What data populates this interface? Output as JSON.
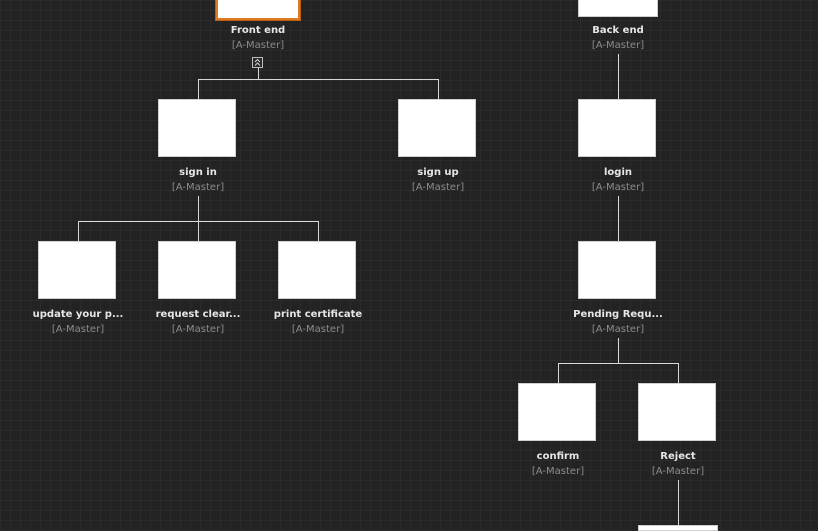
{
  "nodes": [
    {
      "id": "front-end",
      "label": "Front end",
      "master": "[A-Master]",
      "selected": true
    },
    {
      "id": "back-end",
      "label": "Back end",
      "master": "[A-Master]",
      "selected": false
    },
    {
      "id": "sign-in",
      "label": "sign in",
      "master": "[A-Master]",
      "selected": false
    },
    {
      "id": "sign-up",
      "label": "sign up",
      "master": "[A-Master]",
      "selected": false
    },
    {
      "id": "login",
      "label": "login",
      "master": "[A-Master]",
      "selected": false
    },
    {
      "id": "update-your-profile",
      "label": "update your p...",
      "master": "[A-Master]",
      "selected": false
    },
    {
      "id": "request-clearance",
      "label": "request clear...",
      "master": "[A-Master]",
      "selected": false
    },
    {
      "id": "print-certificate",
      "label": "print certificate",
      "master": "[A-Master]",
      "selected": false
    },
    {
      "id": "pending-requests",
      "label": "Pending Requ...",
      "master": "[A-Master]",
      "selected": false
    },
    {
      "id": "confirm",
      "label": "confirm",
      "master": "[A-Master]",
      "selected": false
    },
    {
      "id": "reject",
      "label": "Reject",
      "master": "[A-Master]",
      "selected": false
    }
  ],
  "controls": {
    "collapse_icon": "double-chevron-up-icon"
  },
  "colors": {
    "background": "#232323",
    "grid": "#2b2b2b",
    "thumbnail": "#ffffff",
    "selection": "#e07a1f",
    "label": "#e6e6e6",
    "master": "#8c8c8c",
    "connector": "#d9d9d9"
  }
}
